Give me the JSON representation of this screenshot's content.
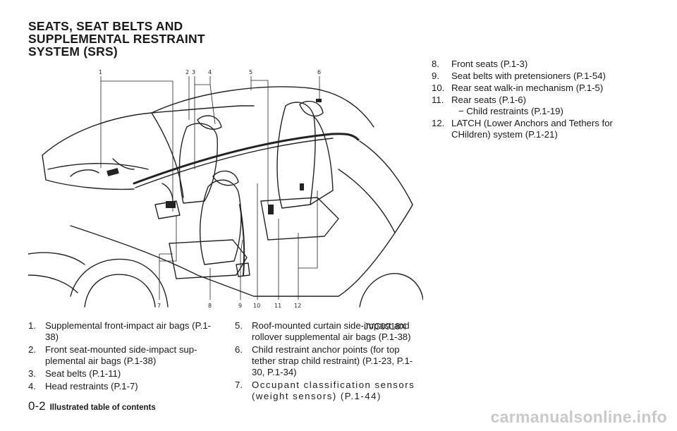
{
  "heading": {
    "line1": "SEATS, SEAT BELTS AND",
    "line2": "SUPPLEMENTAL RESTRAINT",
    "line3": "SYSTEM (SRS)"
  },
  "figure": {
    "code": "JVC0918X",
    "callouts_top": [
      "1",
      "2",
      "3",
      "4",
      "5",
      "6"
    ],
    "callouts_bottom": [
      "7",
      "8",
      "9",
      "10",
      "11",
      "12"
    ]
  },
  "items_col1": [
    {
      "num": "1.",
      "text": "Supplemental front-impact air bags (P.1-38)"
    },
    {
      "num": "2.",
      "text": "Front seat-mounted side-impact sup-plemental air bags (P.1-38)"
    },
    {
      "num": "3.",
      "text": "Seat belts (P.1-11)"
    },
    {
      "num": "4.",
      "text": "Head restraints (P.1-7)"
    }
  ],
  "items_col2": [
    {
      "num": "5.",
      "text": "Roof-mounted curtain side-impact and rollover supplemental air bags (P.1-38)"
    },
    {
      "num": "6.",
      "text": "Child restraint anchor points (for top tether strap child restraint) (P.1-23, P.1-30, P.1-34)"
    },
    {
      "num": "7.",
      "text": "Occupant classification sensors (weight sensors) (P.1-44)"
    }
  ],
  "items_col3": [
    {
      "num": "8.",
      "text": "Front seats (P.1-3)"
    },
    {
      "num": "9.",
      "text": "Seat belts with pretensioners (P.1-54)"
    },
    {
      "num": "10.",
      "text": "Rear seat walk-in mechanism (P.1-5)"
    },
    {
      "num": "11.",
      "text": "Rear seats (P.1-6)",
      "sub": "− Child restraints (P.1-19)"
    },
    {
      "num": "12.",
      "text": "LATCH (Lower Anchors and Tethers for CHildren) system (P.1-21)"
    }
  ],
  "footer": {
    "page": "0-2",
    "title": "Illustrated table of contents"
  },
  "watermark": "carmanualsonline.info"
}
